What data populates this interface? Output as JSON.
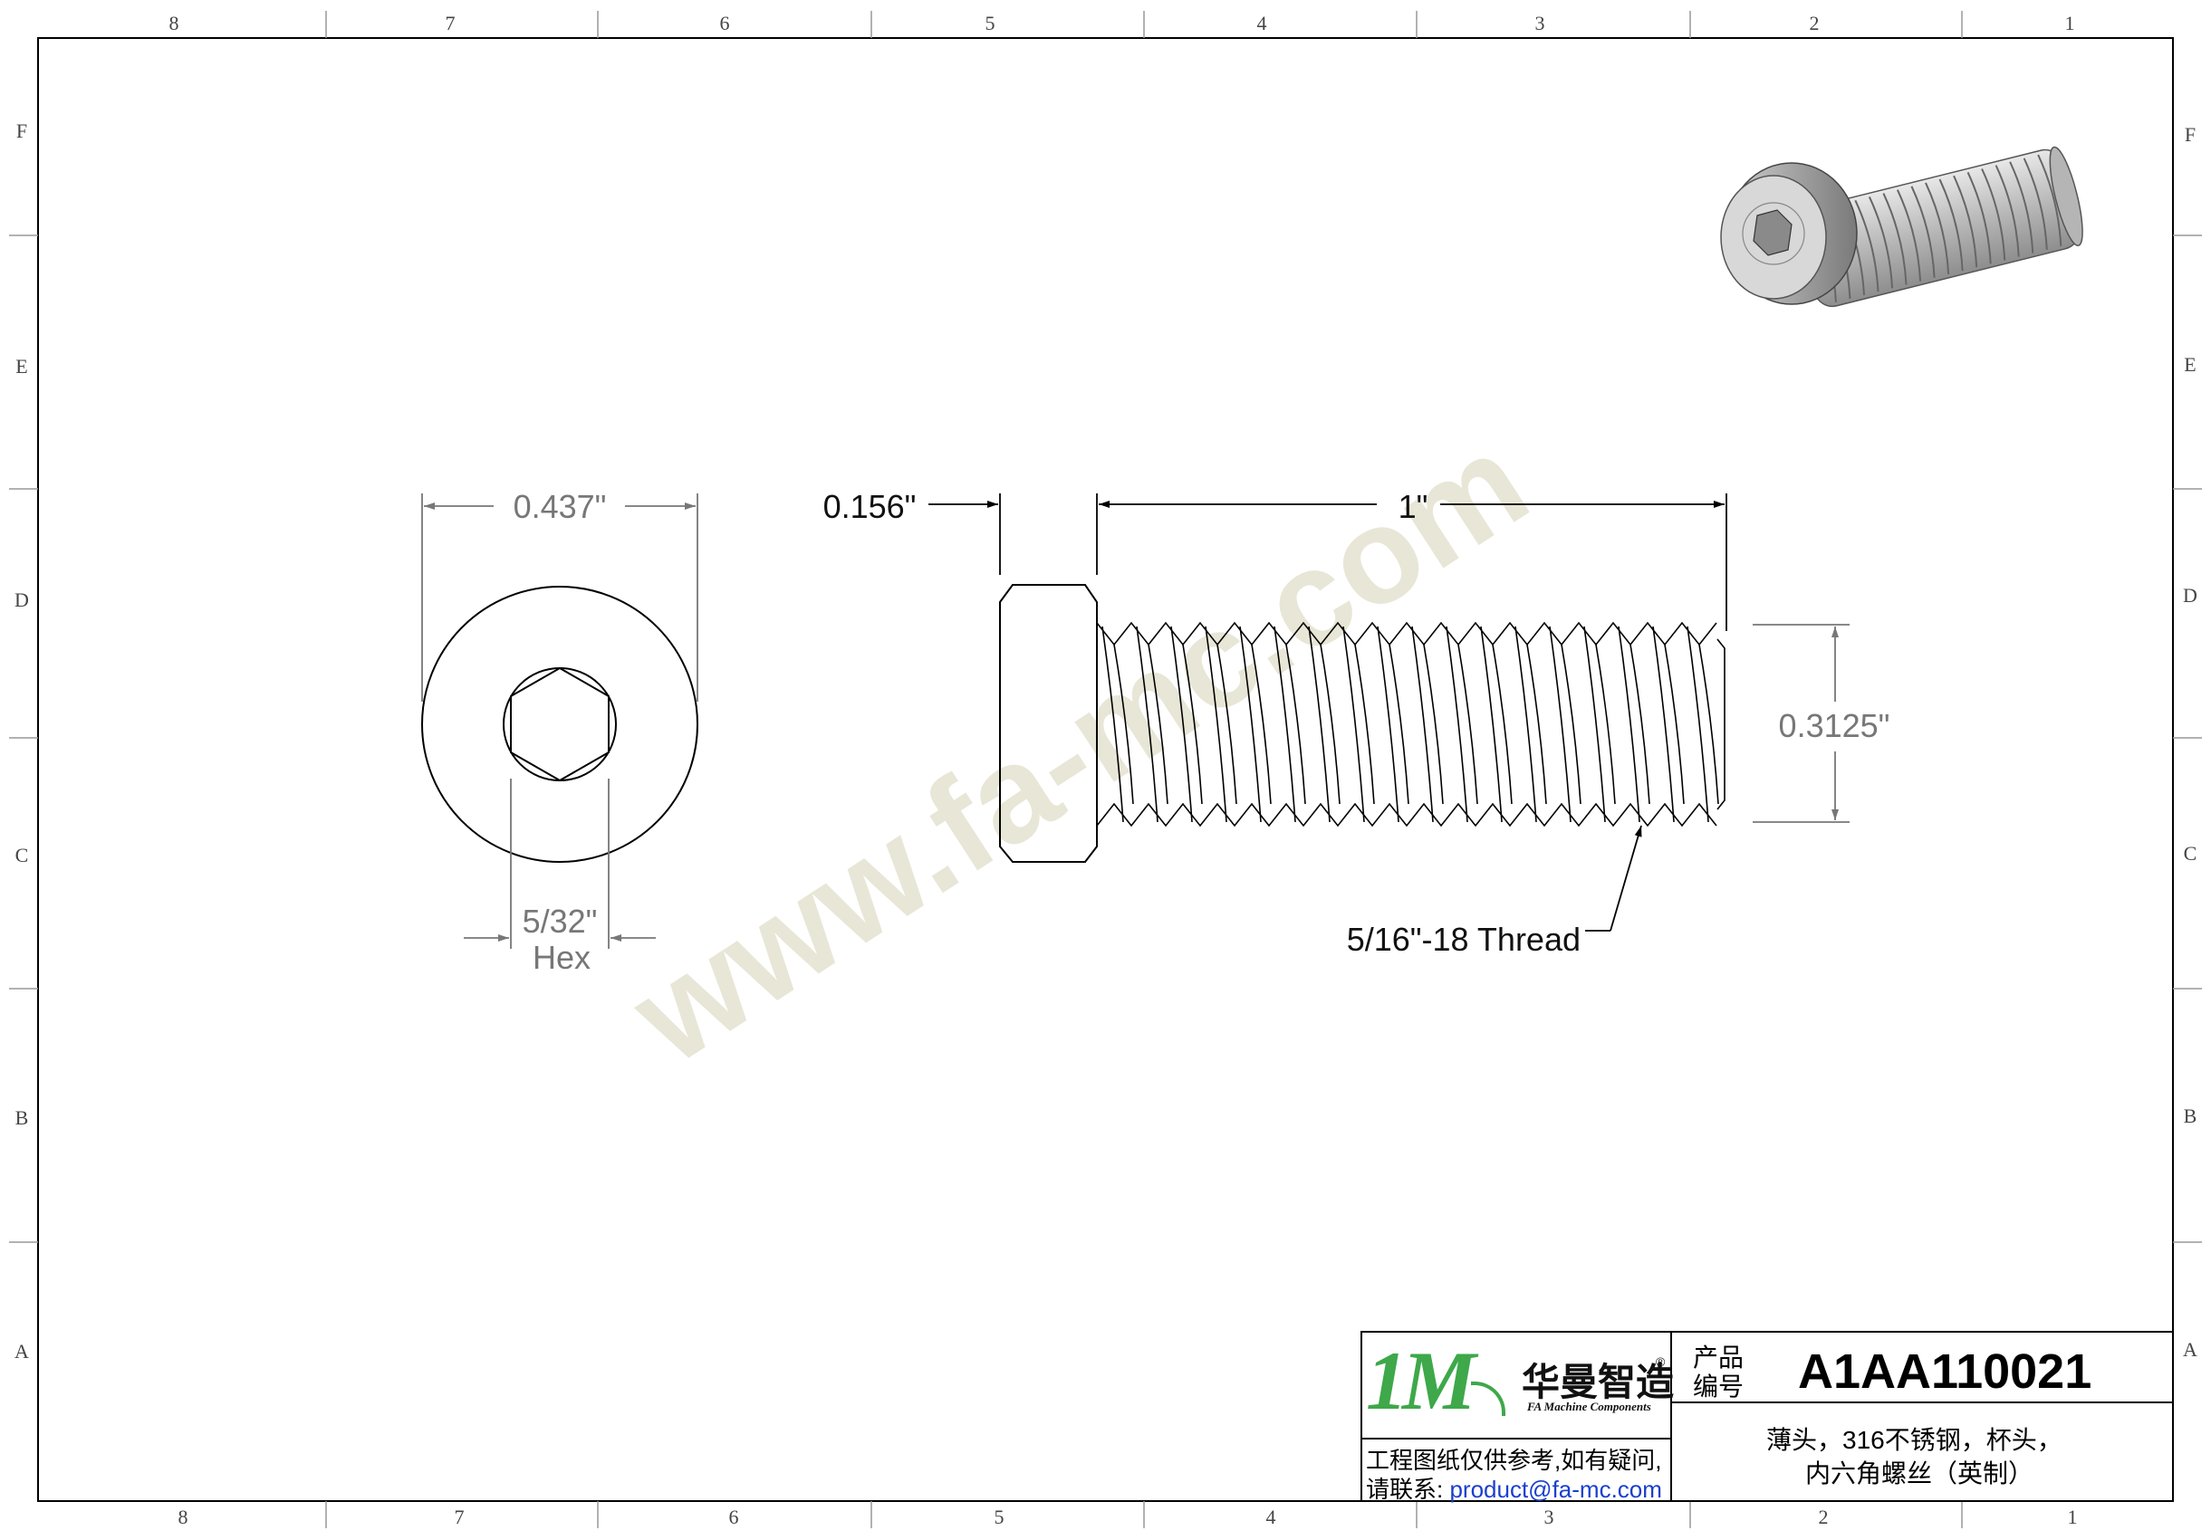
{
  "border": {
    "columns_top": [
      "8",
      "7",
      "6",
      "5",
      "4",
      "3",
      "2",
      "1"
    ],
    "columns_bottom": [
      "8",
      "7",
      "6",
      "5",
      "4",
      "3",
      "2",
      "1"
    ],
    "rows": [
      "F",
      "E",
      "D",
      "C",
      "B",
      "A"
    ]
  },
  "front_view": {
    "head_diameter": "0.437\"",
    "hex_size": "5/32\"",
    "hex_label": "Hex"
  },
  "side_view": {
    "head_height": "0.156\"",
    "length": "1\"",
    "thread_diameter": "0.3125\"",
    "thread_callout": "5/16\"-18 Thread"
  },
  "watermark": "www.fa-mc.com",
  "title_block": {
    "logo_mark": "1M",
    "company_name_cn": "华曼智造",
    "registered_mark": "®",
    "company_name_en": "FA Machine Components",
    "product_code_label_line1": "产品",
    "product_code_label_line2": "编号",
    "product_code": "A1AA110021",
    "note_line1": "工程图纸仅供参考,如有疑问,",
    "note_line2_prefix": "请联系: ",
    "contact_email": "product@fa-mc.com",
    "description_line1": "薄头，316不锈钢，杯头，",
    "description_line2": "内六角螺丝（英制）"
  },
  "colors": {
    "line": "#000000",
    "dimension": "#777777",
    "watermark": "#e6e4d2",
    "logo_green": "#3ea84a",
    "logo_blue": "#2b4fa8",
    "email_blue": "#1a3fd0"
  }
}
